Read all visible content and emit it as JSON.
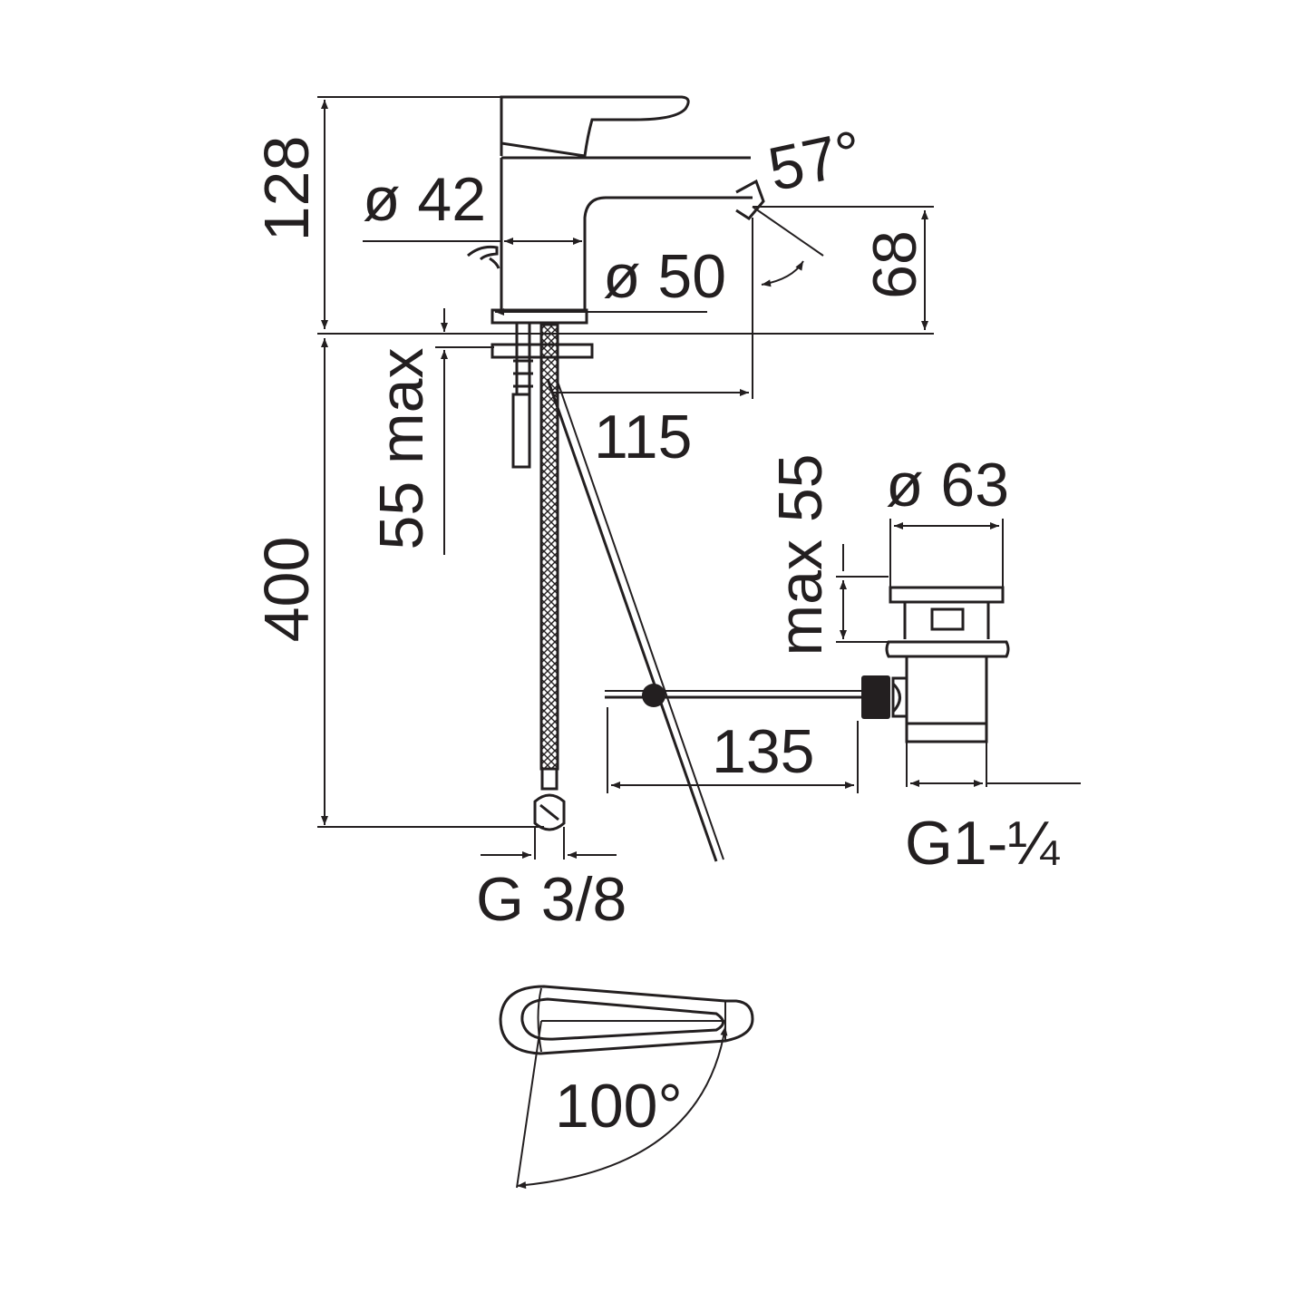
{
  "dimensions": {
    "height_total": "128",
    "body_diameter": "ø 42",
    "base_diameter": "ø 50",
    "spout_angle": "57°",
    "spout_height": "68",
    "deck_thickness_max": "55 max",
    "spout_reach": "115",
    "hose_length": "400",
    "inlet_thread": "G 3/8",
    "waste_thickness_max": "max 55",
    "waste_diameter": "ø 63",
    "pull_rod_length": "135",
    "waste_thread": "G1-¼",
    "lever_rotation": "100°"
  }
}
